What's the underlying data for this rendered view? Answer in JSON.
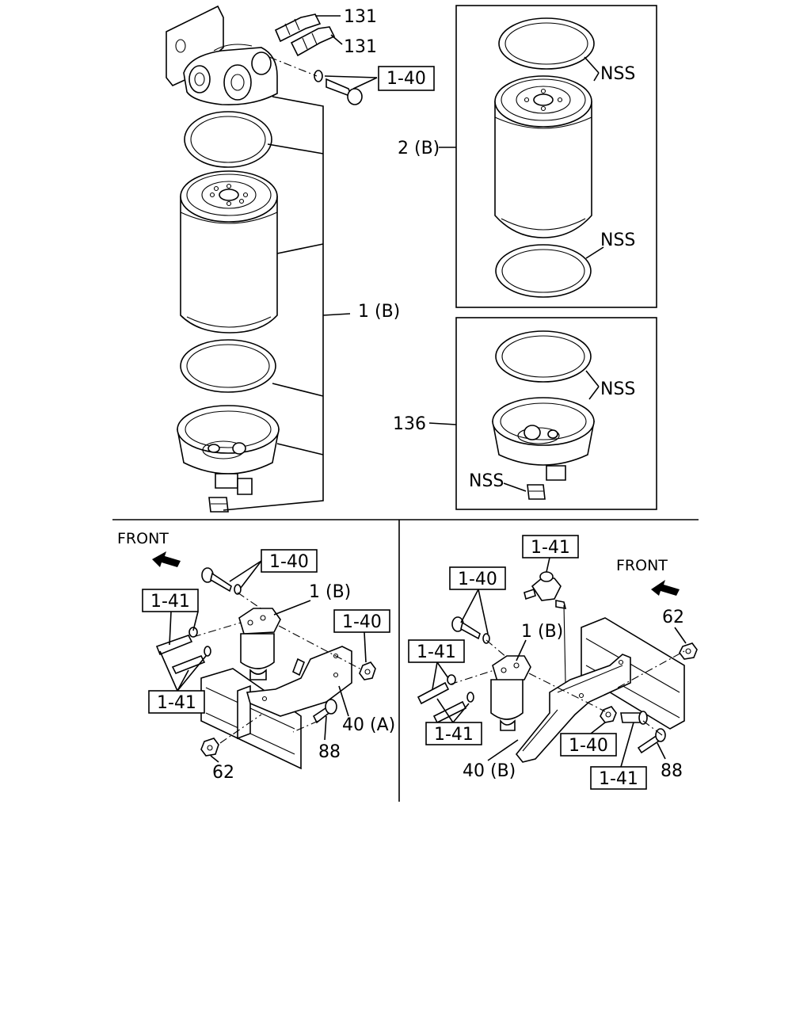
{
  "labels": {
    "p131": "131",
    "ref_1_40": "1-40",
    "ref_1_41": "1-41",
    "p1b": "1 (B)",
    "p2b": "2 (B)",
    "p136": "136",
    "nss": "NSS",
    "front": "FRONT",
    "p40a": "40 (A)",
    "p40b": "40 (B)",
    "p62": "62",
    "p88": "88"
  }
}
